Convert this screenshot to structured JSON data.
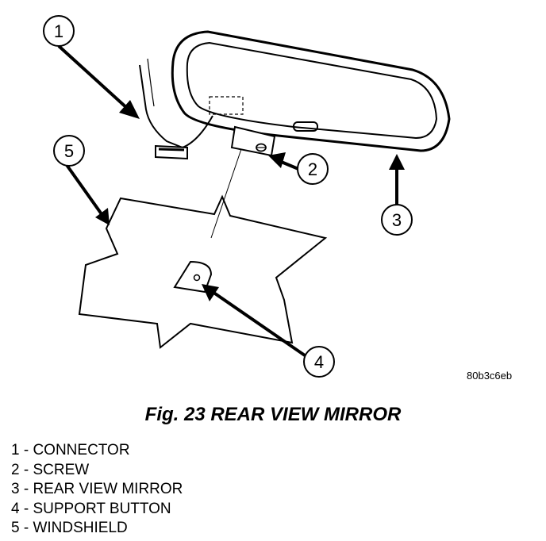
{
  "figure": {
    "code": "80b3c6eb",
    "caption": "Fig. 23 REAR VIEW MIRROR",
    "callouts": [
      "1",
      "2",
      "3",
      "4",
      "5"
    ]
  },
  "legend": [
    "1 - CONNECTOR",
    "2 - SCREW",
    "3 - REAR VIEW MIRROR",
    "4 - SUPPORT BUTTON",
    "5 - WINDSHIELD"
  ]
}
